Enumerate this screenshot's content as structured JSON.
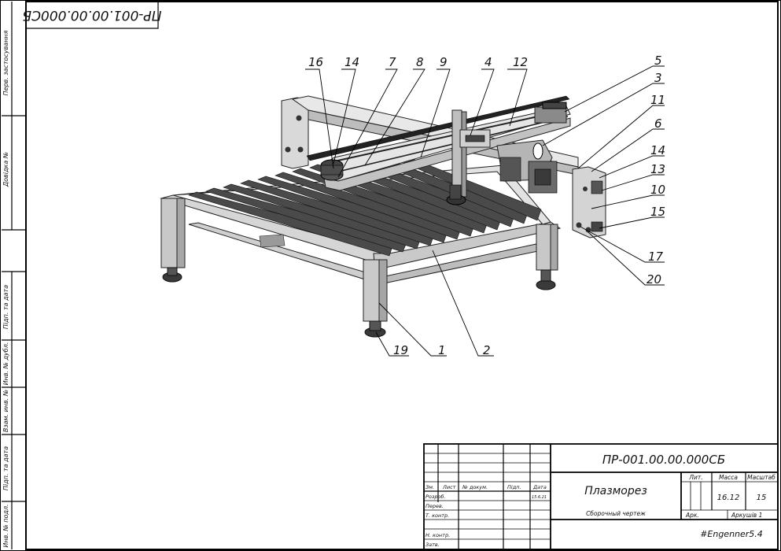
{
  "drawing_number": "ПР-001.00.00.000СБ",
  "drawing_number_rotated": "ПР-001.00.00.000СБ",
  "product_name": "Плазморез",
  "document_type": "Сборочный чертеж",
  "mass_label": "Масса",
  "mass_value": "16.12",
  "scale_label": "Масштаб",
  "scale_value": "15",
  "lit_label": "Лит.",
  "sheet_label": "Арк.",
  "sheets_label": "Аркушів 1",
  "organization": "#Engenner5.4",
  "stamp_headers": [
    "Зм.",
    "Лист",
    "№ докум.",
    "Підп.",
    "Дата"
  ],
  "stamp_rows": [
    "Розроб.",
    "Перев.",
    "Т. контр.",
    "",
    "Н. контр.",
    "Затв."
  ],
  "develop_date": "15.6.21",
  "side_labels": [
    "Перв. застосування",
    "Довідка №",
    "Підп. та дата",
    "Инв. № дубл.",
    "Взам. инв. №",
    "Підп. та дата",
    "Инв. № подл."
  ],
  "callouts": {
    "top": [
      "16",
      "14",
      "7",
      "8",
      "9",
      "4",
      "12"
    ],
    "right": [
      "5",
      "3",
      "11",
      "6",
      "14",
      "13",
      "10",
      "15",
      "17",
      "20"
    ],
    "bottom": [
      "19",
      "1",
      "2"
    ]
  }
}
